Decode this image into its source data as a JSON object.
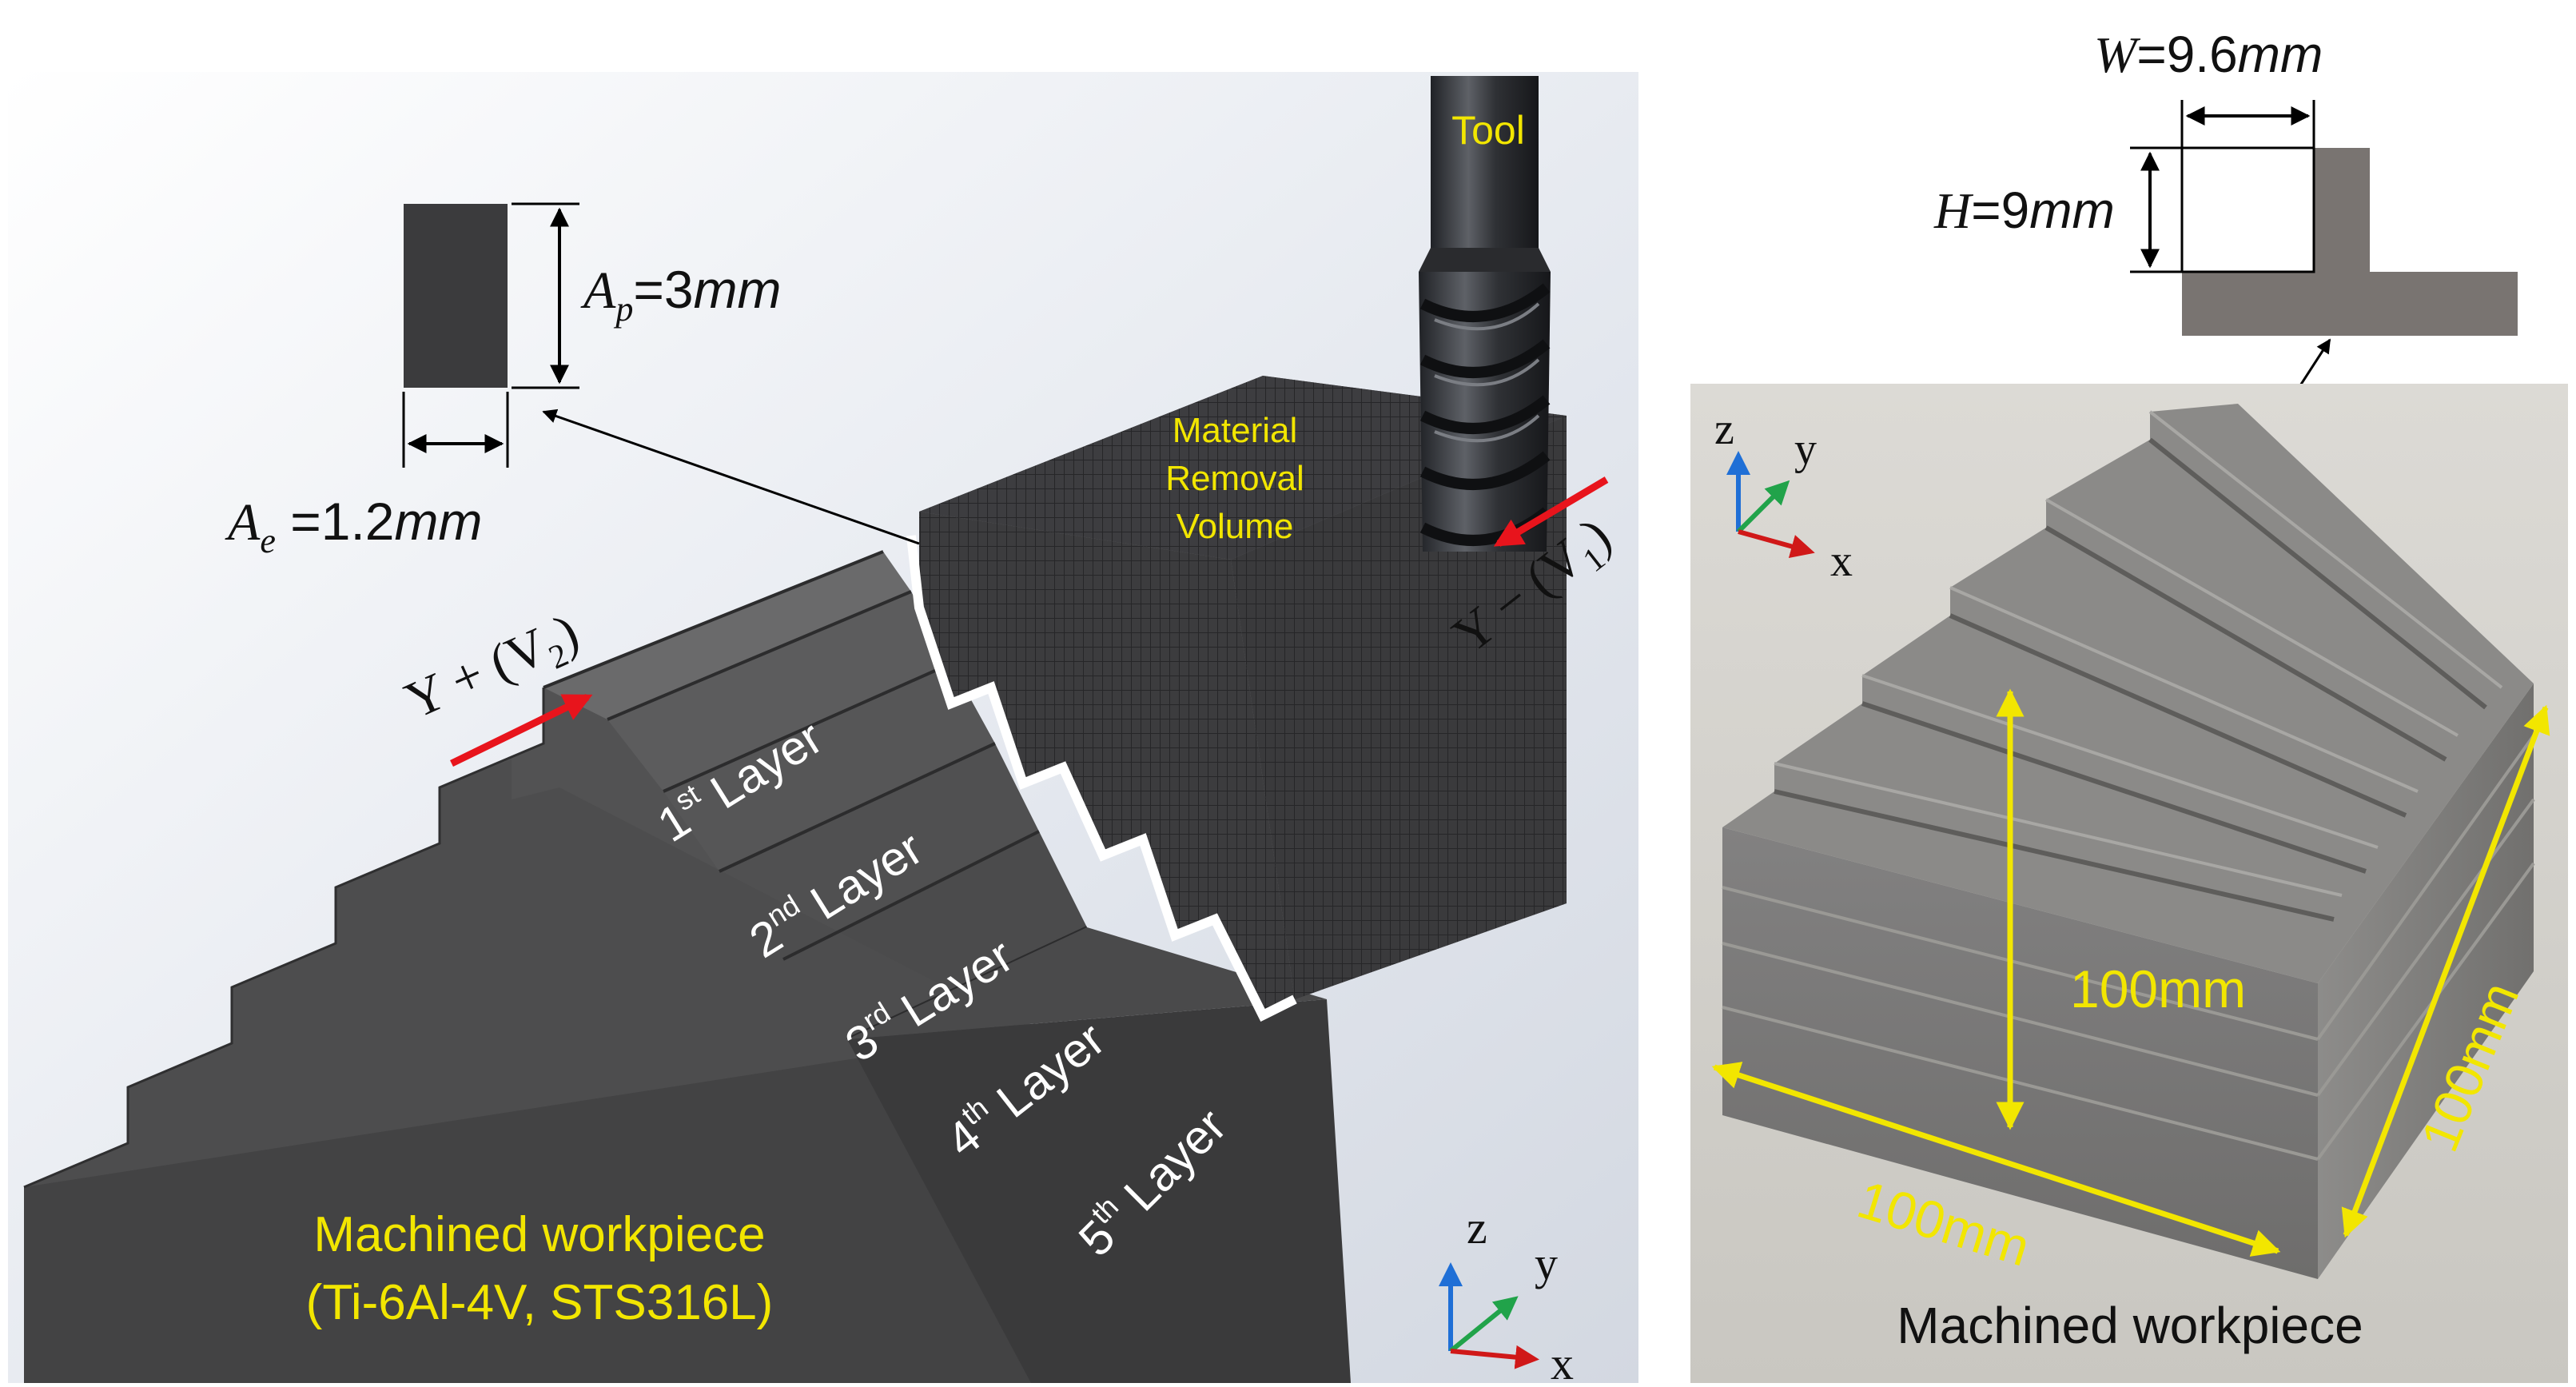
{
  "left_panel": {
    "tool_label": "Tool",
    "mrv_label_line1": "Material",
    "mrv_label_line2": "Removal",
    "mrv_label_line3": "Volume",
    "ap": {
      "symbol": "A",
      "sub": "p",
      "value": "=3",
      "unit": "mm"
    },
    "ae": {
      "symbol": "A",
      "sub": "e",
      "value": " =1.2",
      "unit": "mm"
    },
    "dir_plus": {
      "prefix": "Y + (V",
      "sub": "2",
      "suffix": ")"
    },
    "dir_minus": {
      "prefix": "Y − (V",
      "sub": "1",
      "suffix": ")"
    },
    "layers": [
      {
        "num": "1",
        "sup": "st",
        "word": " Layer"
      },
      {
        "num": "2",
        "sup": "nd",
        "word": " Layer"
      },
      {
        "num": "3",
        "sup": "rd",
        "word": " Layer"
      },
      {
        "num": "4",
        "sup": "th",
        "word": " Layer"
      },
      {
        "num": "5",
        "sup": "th",
        "word": " Layer"
      }
    ],
    "workpiece_line1": "Machined workpiece",
    "workpiece_line2": "(Ti-6Al-4V, STS316L)",
    "axes": {
      "z": "z",
      "y": "y",
      "x": "x"
    }
  },
  "right_panel": {
    "w_label": {
      "symbol": "W",
      "value": "=9.6",
      "unit": "mm"
    },
    "h_label": {
      "symbol": "H",
      "value": "=9",
      "unit": "mm"
    },
    "dim_height": "100mm",
    "dim_width": "100mm",
    "dim_depth": "100mm",
    "caption": "Machined workpiece",
    "axes": {
      "z": "z",
      "y": "y",
      "x": "x"
    }
  },
  "colors": {
    "annotation_yellow": "#f2e600",
    "arrow_red": "#e8141c",
    "axis_blue": "#1f6fd6",
    "axis_green": "#21a34a",
    "axis_red": "#d01818",
    "block_dark": "#3b3b3d",
    "profile_gray": "#797471"
  }
}
